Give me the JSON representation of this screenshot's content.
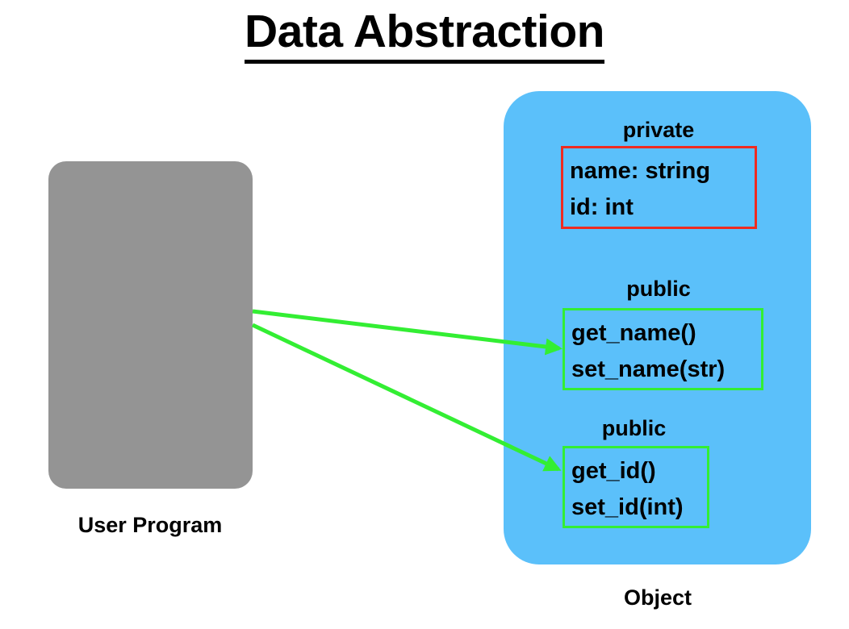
{
  "slide": {
    "title": "Data Abstraction",
    "background_color": "#ffffff"
  },
  "user_program": {
    "label": "User Program",
    "fill_color": "#949494"
  },
  "object": {
    "label": "Object",
    "fill_color": "#5bc0fa",
    "sections": [
      {
        "caption": "private",
        "border_color": "#ef2b20",
        "members": [
          "name: string",
          "id: int"
        ]
      },
      {
        "caption": "public",
        "border_color": "#33ee33",
        "members": [
          "get_name()",
          "set_name(str)"
        ]
      },
      {
        "caption": "public",
        "border_color": "#33ee33",
        "members": [
          "get_id()",
          "set_id(int)"
        ]
      }
    ]
  },
  "arrows": {
    "color": "#33ee33",
    "items": [
      {
        "name": "arrow-to-name-accessors",
        "from": "user-program",
        "to": "public-members-1"
      },
      {
        "name": "arrow-to-id-accessors",
        "from": "user-program",
        "to": "public-members-2"
      }
    ]
  }
}
